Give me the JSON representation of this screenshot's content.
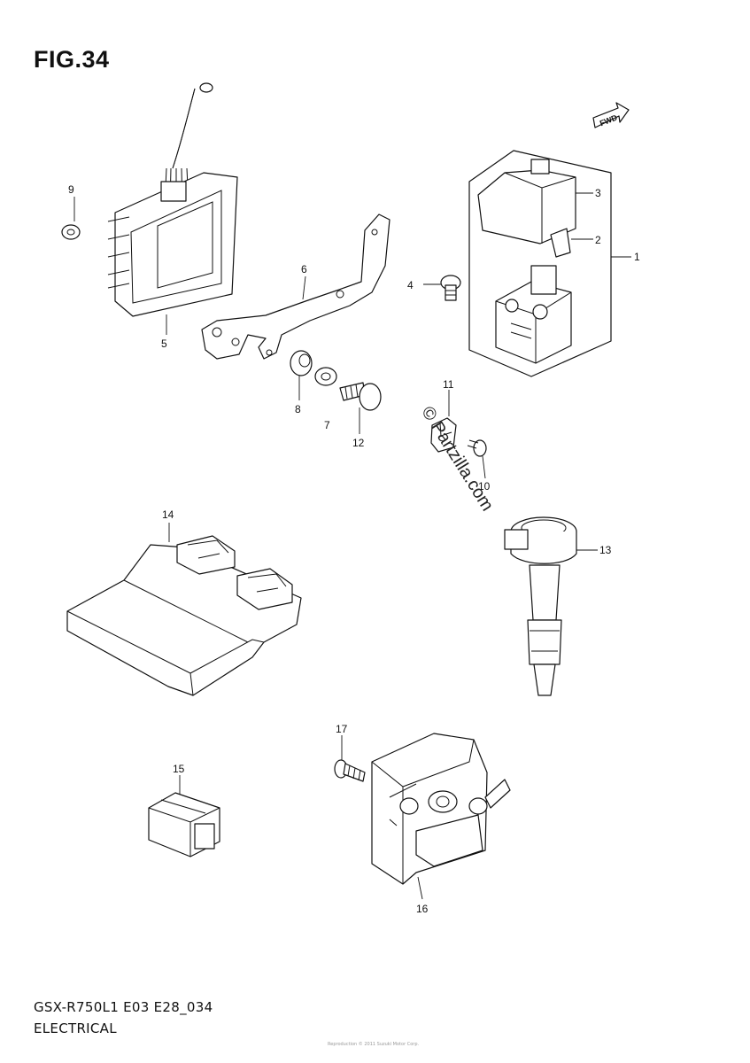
{
  "figure": {
    "title": "FIG.34",
    "footer_code": "GSX-R750L1 E03 E28_034",
    "footer_name": "ELECTRICAL",
    "watermark": "© Partzilla.com",
    "copyright": "Reproduction © 2011 Suzuki Motor Corp."
  },
  "direction_arrow": {
    "label": "FWD"
  },
  "callouts": [
    {
      "id": "1",
      "label": "1"
    },
    {
      "id": "2",
      "label": "2"
    },
    {
      "id": "3",
      "label": "3"
    },
    {
      "id": "4",
      "label": "4"
    },
    {
      "id": "5",
      "label": "5"
    },
    {
      "id": "6",
      "label": "6"
    },
    {
      "id": "7",
      "label": "7"
    },
    {
      "id": "8",
      "label": "8"
    },
    {
      "id": "9",
      "label": "9"
    },
    {
      "id": "10",
      "label": "10"
    },
    {
      "id": "11",
      "label": "11"
    },
    {
      "id": "12",
      "label": "12"
    },
    {
      "id": "13",
      "label": "13"
    },
    {
      "id": "14",
      "label": "14"
    },
    {
      "id": "15",
      "label": "15"
    },
    {
      "id": "16",
      "label": "16"
    },
    {
      "id": "17",
      "label": "17"
    }
  ]
}
